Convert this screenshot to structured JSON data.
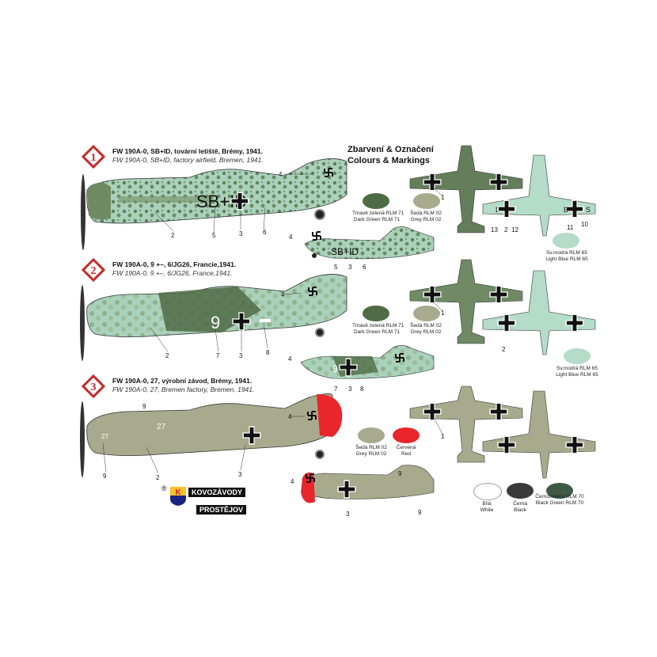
{
  "heading": {
    "line1": "Zbarvení & Označení",
    "line2": "Colours & Markings"
  },
  "schemes": [
    {
      "number": "1",
      "title": "FW 190A-0, SB+ID, tovární letiště, Brémy, 1941.",
      "subtitle": "FW 190A-0, SB+ID, factory airfield, Bremen, 1941.",
      "code": "SB+ID"
    },
    {
      "number": "2",
      "title": "FW 190A-0, 9 +–, 6/JG26, Francie,1941.",
      "subtitle": "FW 190A-0, 9 +–, 6/JG26, France,1941.",
      "code": "9"
    },
    {
      "number": "3",
      "title": "FW 190A-0, 27, výrobní závod, Brémy, 1941.",
      "subtitle": "FW 190A-0, 27, Bremen factory, Bremen, 1941.",
      "code": "27"
    }
  ],
  "swatches": {
    "s1_green": {
      "cz": "Tmavě zelená RLM 71",
      "en": "Dark Green RLM 71",
      "color": "#4f6b45"
    },
    "s1_grey": {
      "cz": "Šedá RLM 02",
      "en": "Grey RLM 02",
      "color": "#a7aa8c"
    },
    "s1_blue": {
      "cz": "Sv.modrá RLM 65",
      "en": "Light Blue RLM 65",
      "color": "#b4dcc8"
    },
    "s2_green": {
      "cz": "Tmavě zelená RLM 71",
      "en": "Dark Green RLM 71",
      "color": "#4f6b45"
    },
    "s2_grey": {
      "cz": "Šedá RLM 02",
      "en": "Grey RLM 02",
      "color": "#a7aa8c"
    },
    "s2_blue": {
      "cz": "Sv.modrá RLM 65",
      "en": "Light Blue RLM 65",
      "color": "#b4dcc8"
    },
    "s3_grey": {
      "cz": "Šedá RLM 02",
      "en": "Grey RLM 02",
      "color": "#a7aa8c"
    },
    "s3_red": {
      "cz": "Červená",
      "en": "Red",
      "color": "#e8262b"
    },
    "white": {
      "cz": "Bílá",
      "en": "White",
      "color": "#ffffff"
    },
    "black": {
      "cz": "Černá",
      "en": "Black",
      "color": "#3a3a3a"
    },
    "blackgreen": {
      "cz": "Černozelená RLM 70",
      "en": "Black Green RLM 70",
      "color": "#3e5a44"
    }
  },
  "logo": {
    "line1": "KOVOZÁVODY",
    "line2": "PROSTĚJOV",
    "mark": "K",
    "registered": "®"
  },
  "callouts": {
    "n1": "1",
    "n2": "2",
    "n3": "3",
    "n4": "4",
    "n5": "5",
    "n6": "6",
    "n7": "7",
    "n8": "8",
    "n9": "9",
    "n10": "10",
    "n11": "11",
    "n12": "12",
    "n13": "13"
  },
  "wing_codes": {
    "left": "D",
    "right_a": "B",
    "right_b": "S"
  }
}
